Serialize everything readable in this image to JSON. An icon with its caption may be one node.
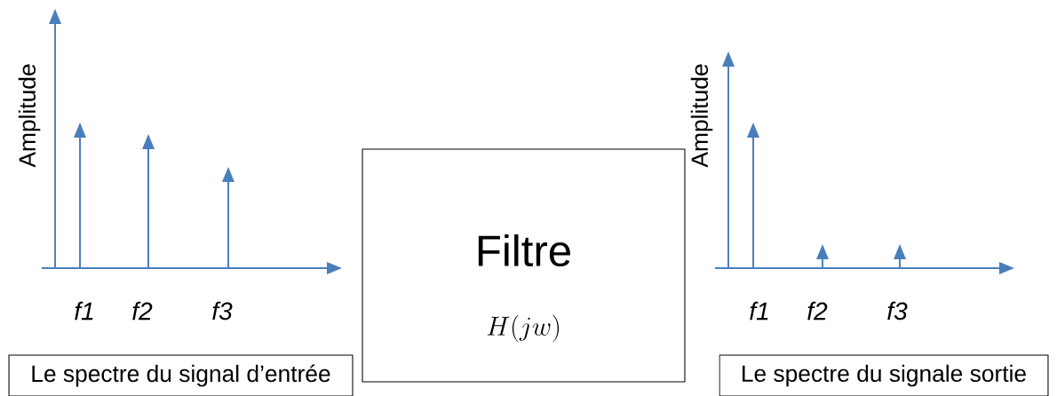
{
  "diagram": {
    "nodes": [
      {
        "text": [
          "Le spectre du signal d’entrée"
        ]
      },
      {
        "text": [
          "Filtre",
          "H(jw)"
        ]
      },
      {
        "text": [
          "Le spectre du signale sortie"
        ]
      }
    ],
    "labels": [
      "Amplitude",
      "f1",
      "f2",
      "f3",
      "Amplitude",
      "f1",
      "f2",
      "f3"
    ]
  }
}
